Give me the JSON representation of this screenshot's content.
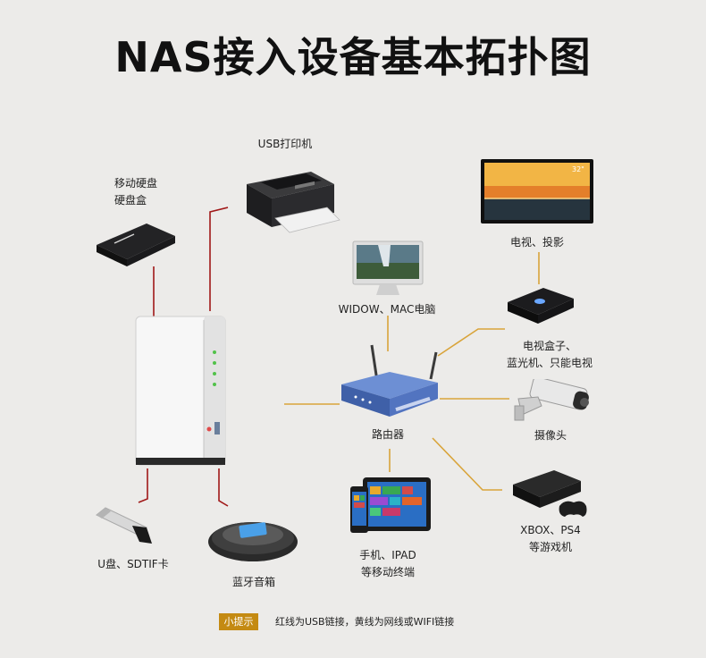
{
  "title": "NAS接入设备基本拓扑图",
  "labels": {
    "printer": "USB打印机",
    "hdd_line1": "移动硬盘",
    "hdd_line2": "硬盘盒",
    "pc": "WIDOW、MAC电脑",
    "tv": "电视、投影",
    "box_line1": "电视盒子、",
    "box_line2": "蓝光机、只能电视",
    "router": "路由器",
    "camera": "摄像头",
    "usb": "U盘、SDTIF卡",
    "speaker": "蓝牙音箱",
    "mobile_line1": "手机、IPAD",
    "mobile_line2": "等移动终端",
    "console_line1": "XBOX、PS4",
    "console_line2": "等游戏机"
  },
  "tv_screen_text": "32\"",
  "note": {
    "tag": "小提示",
    "text": "红线为USB链接，黄线为网线或WIFI链接"
  },
  "colors": {
    "usb_line": "#a01818",
    "net_line": "#d9a43a",
    "note_tag": "#c48a12",
    "background": "#ecebe9"
  }
}
